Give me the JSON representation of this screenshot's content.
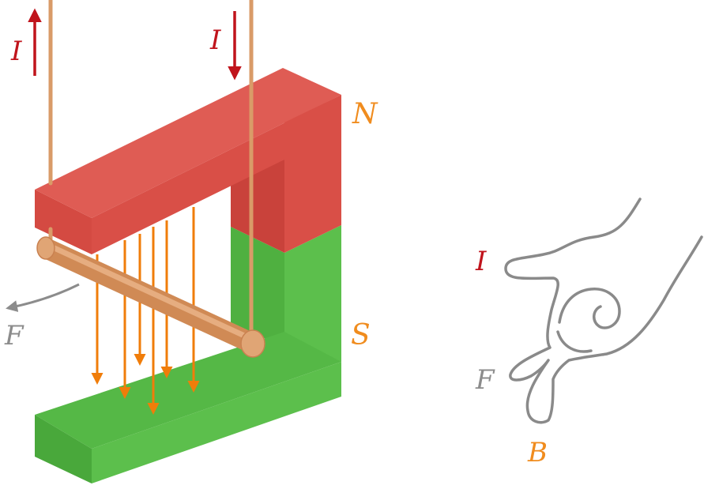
{
  "labels": {
    "current_left": "I",
    "current_right": "I",
    "pole_north": "N",
    "pole_south": "S",
    "force": "F",
    "hand_current": "I",
    "hand_force": "F",
    "hand_field": "B"
  },
  "colors": {
    "north_pole": "#d94f47",
    "south_pole": "#5cbf4c",
    "field_lines": "#f07d0a",
    "current_arrows": "#c0141c",
    "wires": "#d99b68",
    "force_arrow": "#8c8c8c",
    "hand_outline": "#8a8a8a"
  }
}
